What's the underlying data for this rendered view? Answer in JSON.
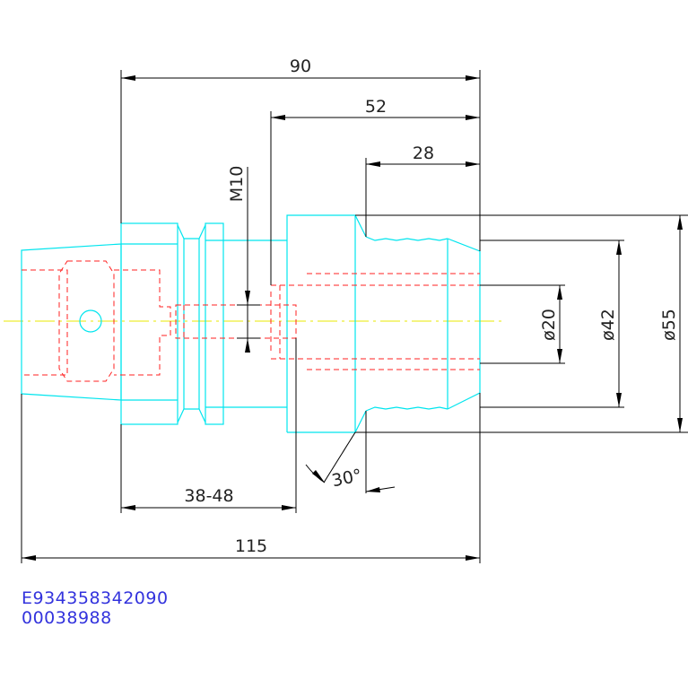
{
  "dimensions": {
    "overall_length": "90",
    "length_52": "52",
    "length_28": "28",
    "thread": "M10",
    "diameter_20": "ø20",
    "diameter_42": "ø42",
    "diameter_55": "ø55",
    "angle": "30°",
    "adjust_range": "38-48",
    "total_length": "115"
  },
  "codes": {
    "part_number": "E934358342090",
    "order_number": "00038988"
  },
  "colors": {
    "outline": "#00e5ee",
    "hidden": "#ff2020",
    "centerline": "#e8e800",
    "dimension": "#000000",
    "code_text": "#3333dd"
  }
}
